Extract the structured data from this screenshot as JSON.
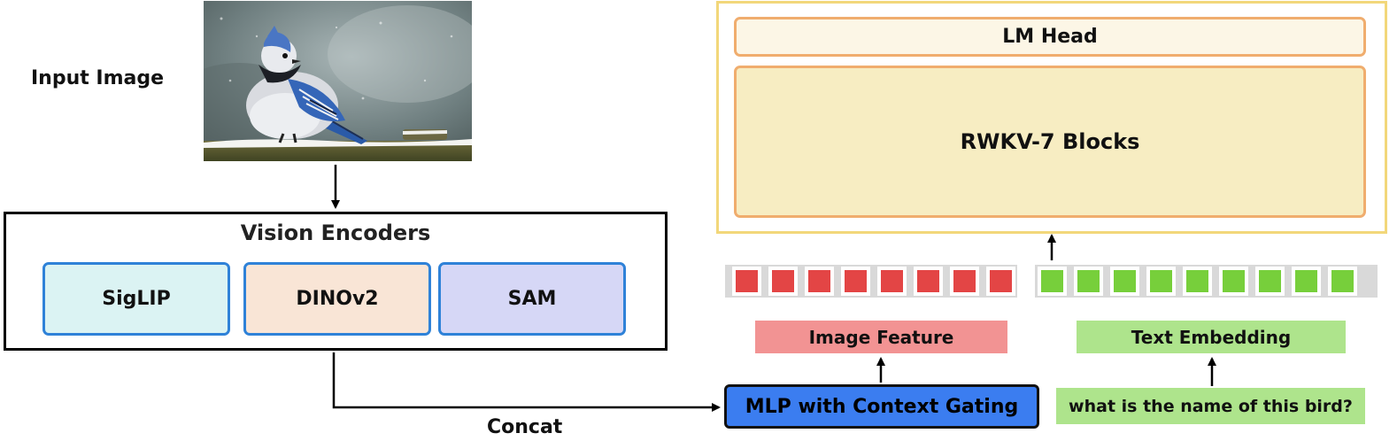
{
  "input_image_label": "Input Image",
  "vision_encoders": {
    "title": "Vision Encoders",
    "siglip": "SigLIP",
    "dinov2": "DINOv2",
    "sam": "SAM"
  },
  "concat_label": "Concat",
  "mlp_label": "MLP with Context Gating",
  "image_feature_label": "Image Feature",
  "text_embedding_label": "Text Embedding",
  "question_text": "what is the name of this bird?",
  "lm_head_label": "LM Head",
  "rwkv_label": "RWKV-7 Blocks",
  "tokens": {
    "image_count": 8,
    "text_count": 9,
    "image_color": "#e34545",
    "text_color": "#77cf3b"
  },
  "colors": {
    "encoder_border": "#2f82d8",
    "mlp_fill": "#3b7df0",
    "llm_border": "#f2d77a",
    "block_border": "#f0ad6e"
  }
}
